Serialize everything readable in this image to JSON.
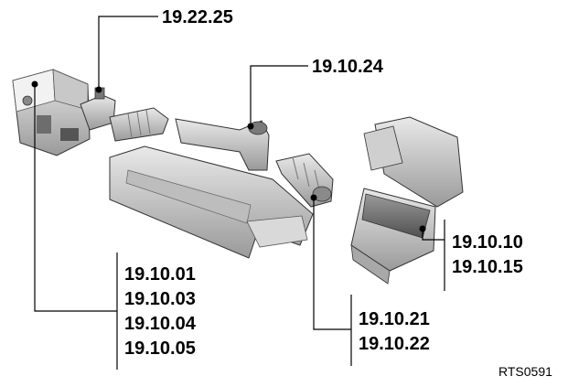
{
  "callouts": {
    "resonator": "19.22.25",
    "intake_duct": "19.10.24",
    "air_cleaner_element": [
      "19.10.10",
      "19.10.15"
    ],
    "air_cleaner_assembly": [
      "19.10.01",
      "19.10.03",
      "19.10.04",
      "19.10.05"
    ],
    "intake_hose": [
      "19.10.21",
      "19.10.22"
    ]
  },
  "figure_id": "RTS0591"
}
